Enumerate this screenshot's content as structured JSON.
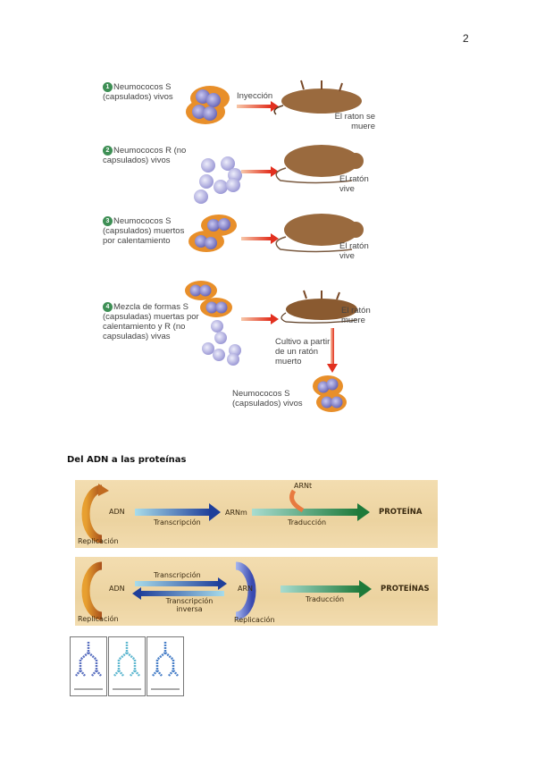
{
  "page": {
    "number": "2"
  },
  "griffith_experiment": {
    "steps": [
      {
        "number": "1",
        "label": "Neumococos S (capsulados) vivos",
        "arrow_label": "Inyección",
        "outcome": "El raton se muere"
      },
      {
        "number": "2",
        "label": "Neumococos R (no capsulados) vivos",
        "outcome": "El ratón vive"
      },
      {
        "number": "3",
        "label": "Neumococos S (capsulados) muertos por calentamiento",
        "outcome": "El ratón vive"
      },
      {
        "number": "4",
        "label": "Mezcla de formas S (capsuladas) muertas por calentamiento y R (no capsuladas) vivas",
        "outcome": "El ratón muere",
        "culture_label": "Cultivo a partir de un ratón muerto",
        "result_label": "Neumococos S (capsulados) vivos"
      }
    ]
  },
  "section": {
    "title": "Del ADN a las proteínas"
  },
  "dogma_panel_1": {
    "source": "ADN",
    "replication": "Replicación",
    "transcription": "Transcripción",
    "mrna": "ARNm",
    "trna": "ARNt",
    "translation": "Traducción",
    "product": "PROTEÍNA"
  },
  "dogma_panel_2": {
    "source": "ADN",
    "replication_dna": "Replicación",
    "transcription": "Transcripción",
    "reverse_transcription": "Transcripción inversa",
    "rna": "ARN",
    "replication_rna": "Replicación",
    "translation": "Traducción",
    "product": "PROTEÍNAS"
  },
  "colors": {
    "panel_bg": "#efd7a6",
    "arrow_blue": "#1f3f9a",
    "arrow_green": "#1e7a3a",
    "badge_green": "#3e8f55",
    "mouse_brown": "#9a6a3e",
    "capsule_orange": "#e88f2a",
    "cell_purple": "#7a78c8"
  }
}
